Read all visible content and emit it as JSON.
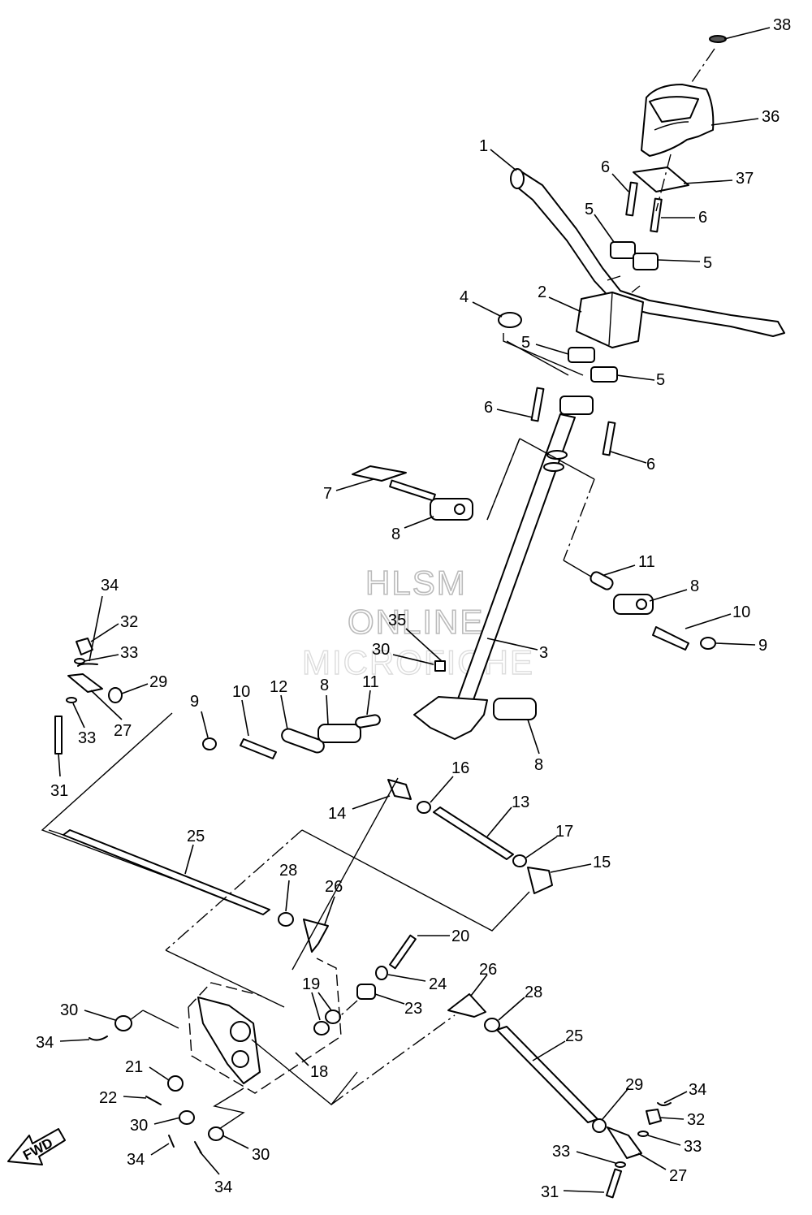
{
  "watermark": {
    "line1": "HLSM",
    "line2": "ONLINE",
    "line3": "MICROFICHE"
  },
  "direction_marker": "FWD",
  "callouts": [
    {
      "id": "c38",
      "label": "38"
    },
    {
      "id": "c36",
      "label": "36"
    },
    {
      "id": "c37",
      "label": "37"
    },
    {
      "id": "c1",
      "label": "1"
    },
    {
      "id": "c6a",
      "label": "6"
    },
    {
      "id": "c6b",
      "label": "6"
    },
    {
      "id": "c5a",
      "label": "5"
    },
    {
      "id": "c5b",
      "label": "5"
    },
    {
      "id": "c2",
      "label": "2"
    },
    {
      "id": "c4",
      "label": "4"
    },
    {
      "id": "c5c",
      "label": "5"
    },
    {
      "id": "c5d",
      "label": "5"
    },
    {
      "id": "c6c",
      "label": "6"
    },
    {
      "id": "c6d",
      "label": "6"
    },
    {
      "id": "c7",
      "label": "7"
    },
    {
      "id": "c8a",
      "label": "8"
    },
    {
      "id": "c11a",
      "label": "11"
    },
    {
      "id": "c8b",
      "label": "8"
    },
    {
      "id": "c10a",
      "label": "10"
    },
    {
      "id": "c9a",
      "label": "9"
    },
    {
      "id": "c35",
      "label": "35"
    },
    {
      "id": "c30a",
      "label": "30"
    },
    {
      "id": "c3",
      "label": "3"
    },
    {
      "id": "c34a",
      "label": "34"
    },
    {
      "id": "c32a",
      "label": "32"
    },
    {
      "id": "c33a",
      "label": "33"
    },
    {
      "id": "c29a",
      "label": "29"
    },
    {
      "id": "c33b",
      "label": "33"
    },
    {
      "id": "c27a",
      "label": "27"
    },
    {
      "id": "c31a",
      "label": "31"
    },
    {
      "id": "c9b",
      "label": "9"
    },
    {
      "id": "c10b",
      "label": "10"
    },
    {
      "id": "c12",
      "label": "12"
    },
    {
      "id": "c8c",
      "label": "8"
    },
    {
      "id": "c11b",
      "label": "11"
    },
    {
      "id": "c8d",
      "label": "8"
    },
    {
      "id": "c16",
      "label": "16"
    },
    {
      "id": "c14",
      "label": "14"
    },
    {
      "id": "c13",
      "label": "13"
    },
    {
      "id": "c17",
      "label": "17"
    },
    {
      "id": "c15",
      "label": "15"
    },
    {
      "id": "c25a",
      "label": "25"
    },
    {
      "id": "c28a",
      "label": "28"
    },
    {
      "id": "c26a",
      "label": "26"
    },
    {
      "id": "c20",
      "label": "20"
    },
    {
      "id": "c24",
      "label": "24"
    },
    {
      "id": "c19",
      "label": "19"
    },
    {
      "id": "c23",
      "label": "23"
    },
    {
      "id": "c26b",
      "label": "26"
    },
    {
      "id": "c28b",
      "label": "28"
    },
    {
      "id": "c25b",
      "label": "25"
    },
    {
      "id": "c30b",
      "label": "30"
    },
    {
      "id": "c34b",
      "label": "34"
    },
    {
      "id": "c21",
      "label": "21"
    },
    {
      "id": "c18",
      "label": "18"
    },
    {
      "id": "c22",
      "label": "22"
    },
    {
      "id": "c30c",
      "label": "30"
    },
    {
      "id": "c34c",
      "label": "34"
    },
    {
      "id": "c30d",
      "label": "30"
    },
    {
      "id": "c34d",
      "label": "34"
    },
    {
      "id": "c29b",
      "label": "29"
    },
    {
      "id": "c34e",
      "label": "34"
    },
    {
      "id": "c32b",
      "label": "32"
    },
    {
      "id": "c33c",
      "label": "33"
    },
    {
      "id": "c33d",
      "label": "33"
    },
    {
      "id": "c27b",
      "label": "27"
    },
    {
      "id": "c31b",
      "label": "31"
    }
  ]
}
